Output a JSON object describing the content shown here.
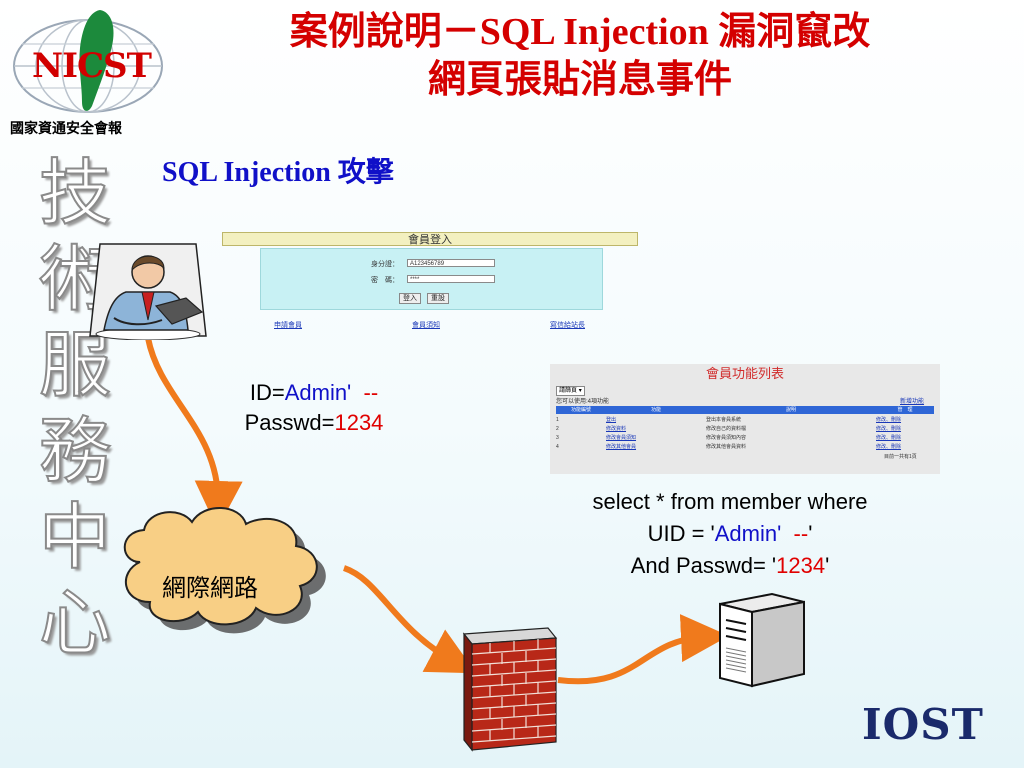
{
  "header": {
    "title_line1": "案例說明－SQL Injection 漏洞竄改",
    "title_line2": "網頁張貼消息事件",
    "logo_text": "NICST",
    "logo_caption": "國家資通安全會報"
  },
  "subtitle": "SQL Injection 攻擊",
  "side_text": [
    "技",
    "術",
    "服",
    "務",
    "中",
    "心"
  ],
  "login_form": {
    "header": "會員登入",
    "id_label": "身分證：",
    "id_value": "A123456789",
    "pwd_label": "密　碼：",
    "pwd_value": "****",
    "login_button": "登入",
    "reset_button": "重設",
    "links": [
      "申請會員",
      "會員須知",
      "寫信給站長"
    ]
  },
  "credentials": {
    "id_prefix": "ID=",
    "id_value": "Admin'",
    "comment": "--",
    "pwd_prefix": "Passwd=",
    "pwd_value": "1234"
  },
  "member_panel": {
    "title": "會員功能列表",
    "dropdown": "請篩頁",
    "info_text": "您可以使用:4項功能",
    "add_link": "新增功能",
    "columns": [
      "功能編號",
      "功能",
      "說明",
      "管　理"
    ],
    "rows": [
      [
        "1",
        "登出",
        "登出本會員系統",
        "修改、刪除"
      ],
      [
        "2",
        "修改資料",
        "修改自己的資料檔",
        "修改、刪除"
      ],
      [
        "3",
        "修改會員須知",
        "修改會員須知內容",
        "修改、刪除"
      ],
      [
        "4",
        "修改其他會員",
        "修改其他會員資料",
        "修改、刪除"
      ]
    ],
    "footer": "目前一共有1頁"
  },
  "sql": {
    "line1": "select * from member where",
    "line2_prefix": "UID = '",
    "line2_value": "Admin'",
    "line2_comment": "--",
    "line2_suffix": "'",
    "line3_prefix": "And Passwd= '",
    "line3_value": "1234",
    "line3_suffix": "'"
  },
  "network_label": "網際網路",
  "footer_logo": "IOST",
  "colors": {
    "title": "#d40000",
    "subtitle": "#1010c8",
    "arrow": "#f07a1c",
    "cloud": "#f8cf85",
    "brick": "#b82818"
  }
}
